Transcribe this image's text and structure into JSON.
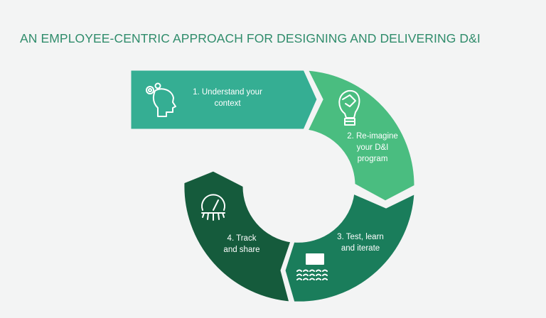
{
  "title": "AN EMPLOYEE-CENTRIC APPROACH FOR DESIGNING AND DELIVERING D&I",
  "steps": [
    {
      "line1": "1. Understand your",
      "line2": "context",
      "icon": "head-gears-icon",
      "color": "#35ae93"
    },
    {
      "line1": "2. Re-imagine",
      "line2": "your D&I",
      "line3": "program",
      "icon": "lightbulb-network-icon",
      "color": "#4abd80"
    },
    {
      "line1": "3. Test, learn",
      "line2": "and iterate",
      "icon": "audience-screen-icon",
      "color": "#1a7d5b"
    },
    {
      "line1": "4. Track",
      "line2": "and share",
      "icon": "gauge-gear-icon",
      "color": "#155b3c"
    }
  ]
}
